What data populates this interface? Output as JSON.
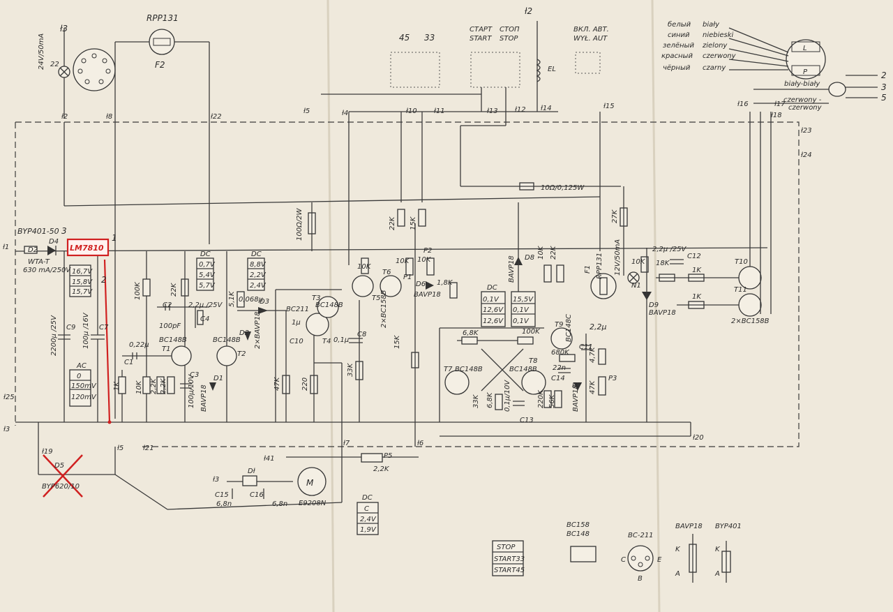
{
  "sheet": {
    "paper_color": "#efe9dc",
    "annotation_color": "#d02020",
    "ink_color": "#2a2a2a"
  },
  "terminals": {
    "t1": "ł1",
    "t2": "ł2",
    "t3": "ł3",
    "t4": "ł4",
    "t5": "ł5",
    "t6": "ł6",
    "t7": "ł7",
    "t8": "ł8",
    "t10": "ł10",
    "t11": "ł11",
    "t12": "ł12",
    "t13": "ł13",
    "t14": "ł14",
    "t15": "ł15",
    "t16": "ł16",
    "t17": "ł17",
    "t18": "ł18",
    "t19": "ł19",
    "t20": "ł20",
    "t21": "ł21",
    "t22": "ł22",
    "t23": "ł23",
    "t24": "ł24",
    "t25": "ł25",
    "t41": "ł41",
    "t3b": "ł3",
    "t2top": "ł2",
    "t3top": "ł3",
    "t5arrow": "ł5"
  },
  "top": {
    "rpp_label": "RPP131",
    "f2": "F2",
    "lamp_rating": "24V/50mA",
    "lamp_num": "22",
    "speed45": "45",
    "speed33": "33",
    "start_ru": "СТАРТ",
    "start": "START",
    "stop_ru": "СТОП",
    "stop": "STOP",
    "auto_ru": "ВКЛ. АВТ.",
    "auto": "WYŁ. AUT",
    "el": "EL"
  },
  "cable": {
    "white_ru": "белый",
    "white": "biały",
    "blue_ru": "синий",
    "blue": "niebieski",
    "green_ru": "зелёный",
    "green": "zielony",
    "red_ru": "красный",
    "red": "czerwony",
    "black_ru": "чёрный",
    "black": "czarny",
    "wb": "biały-biały",
    "wr1": "czerwony -",
    "wr2": "czerwony",
    "L": "L",
    "P": "P",
    "out2": "2",
    "out3": "3",
    "out5": "5"
  },
  "left": {
    "diode": "BYP401-50",
    "d4": "D4",
    "d2": "D2",
    "fuse": "WTA-T",
    "fuse_rating": "630 mA/250V",
    "dc_v": [
      "16,7V",
      "15,8V",
      "15,7V"
    ],
    "ac_head": "AC",
    "ac_v": [
      "0",
      "150mV",
      "120mV"
    ],
    "c9": "C9",
    "c9_val": "2200μ /25V",
    "c7": "C7",
    "c7_val": "100μ /16V",
    "d5": "D5",
    "d5_part": "BYP620/10"
  },
  "annotation": {
    "lm": "LM7810",
    "n1": "1",
    "n2": "2",
    "n3": "3"
  },
  "preamp": {
    "dc": "DC",
    "dc_v": [
      "0,7V",
      "5,4V",
      "5,7V"
    ],
    "r100k": "100K",
    "c2": "C2",
    "c2_val": "100pF",
    "r22k": "22K",
    "c4": "C4",
    "c4_val": "2,2μ /25V",
    "t1": "T1",
    "t1_type": "BC148B",
    "c1": "C1",
    "c1_val": "0,22μ",
    "r1k": "1K",
    "r10k": "10K",
    "r22k2": "2,2K",
    "r2_2k": "2,2K",
    "c3": "C3",
    "c3_val": "100μ/10V",
    "d1": "D1",
    "d1_type": "BAVP18",
    "t2": "T2",
    "t2_type": "BC148B"
  },
  "stage2": {
    "dc": "DC",
    "dc_v": [
      "8,8V",
      "2,2V",
      "2,4V"
    ],
    "c5_val": "0,068μ",
    "r5": "5,1K",
    "d3": "D3",
    "d2": "D2",
    "d2_type": "2×BAVP18",
    "bc211": "BC211",
    "c10": "C10",
    "c10_val": "1μ",
    "r47k": "47K",
    "r220": "220",
    "t3": "T3",
    "t4": "T4",
    "t4_type": "BC148B",
    "c8": "C8",
    "c8_val": "0,1μ",
    "r33k": "33K",
    "r100_2w": "100Ω/2W"
  },
  "ctrl": {
    "t5": "T5",
    "t6": "T6",
    "t6_type": "2×BC158B",
    "r10k": "10K",
    "r22k": "22K",
    "r15k": "15K",
    "p1": "P1",
    "p1_val": "10K",
    "p2": "P2",
    "p2_val": "10K",
    "d6": "D6",
    "d6_type": "BAVP18",
    "r18k": "1,8K",
    "r15": "15K",
    "d8": "D8",
    "d8_type": "BAVP18",
    "r_el": "10Ω/0,125W",
    "dc": "DC",
    "dc_v1": [
      "0,1V",
      "12,6V",
      "12,6V"
    ],
    "dc_v2": [
      "15,5V",
      "0,1V",
      "0,1V"
    ],
    "t7": "T7",
    "t7_type": "BC148B",
    "t8": "T8",
    "t8_type": "BC148B",
    "r68k": "6,8K",
    "r100k": "100K",
    "r33k": "33K",
    "r68k2": "6,8K",
    "c13": "C13",
    "c13_val": "0,1μ/10V",
    "r10kb": "10K",
    "r22kb": "22K",
    "r220k": "220K",
    "t9": "T9",
    "t9_type": "BC148C",
    "r680k": "680K",
    "c14": "C14",
    "c14_val": "22n",
    "r56k": "56K",
    "d7": "D7",
    "d7_type": "BAVP18",
    "c11": "C11",
    "c11_val": "2,2μ",
    "r47k": "4,7K",
    "p3": "P3",
    "p3_val": "47K",
    "f1": "F1",
    "f1_type": "RPP131",
    "lamp": "12V/50mA",
    "n1": "N1",
    "r10k_n": "10K",
    "r27k": "27K",
    "d9": "D9",
    "d9_type": "BAVP18"
  },
  "output": {
    "c12": "C12",
    "c12_val": "2,2μ /25V",
    "r18k": "18K",
    "r1k_a": "1K",
    "r1k_b": "1K",
    "t10": "T10",
    "t11": "T11",
    "pair": "2×BC158B"
  },
  "motor": {
    "dl": "Dł",
    "c15": "C15",
    "c15_val": "6,8n",
    "c16": "C16",
    "c16_val": "6,8n",
    "m": "M",
    "motor_type": "E9208N",
    "p5": "P5",
    "p5_val": "2,2K",
    "dc": "DC",
    "dc_head": "C",
    "dc_v": [
      "2,4V",
      "1,9V"
    ]
  },
  "legend": {
    "sw": [
      "STOP",
      "START33",
      "START45"
    ],
    "bc": "BC158",
    "bc2": "BC148",
    "bc211": "BC-211",
    "c": "C",
    "b": "B",
    "e": "E",
    "bavp": "BAVP18",
    "byp": "BYP401",
    "k": "K",
    "a": "A",
    "k2": "K",
    "a2": "A"
  }
}
